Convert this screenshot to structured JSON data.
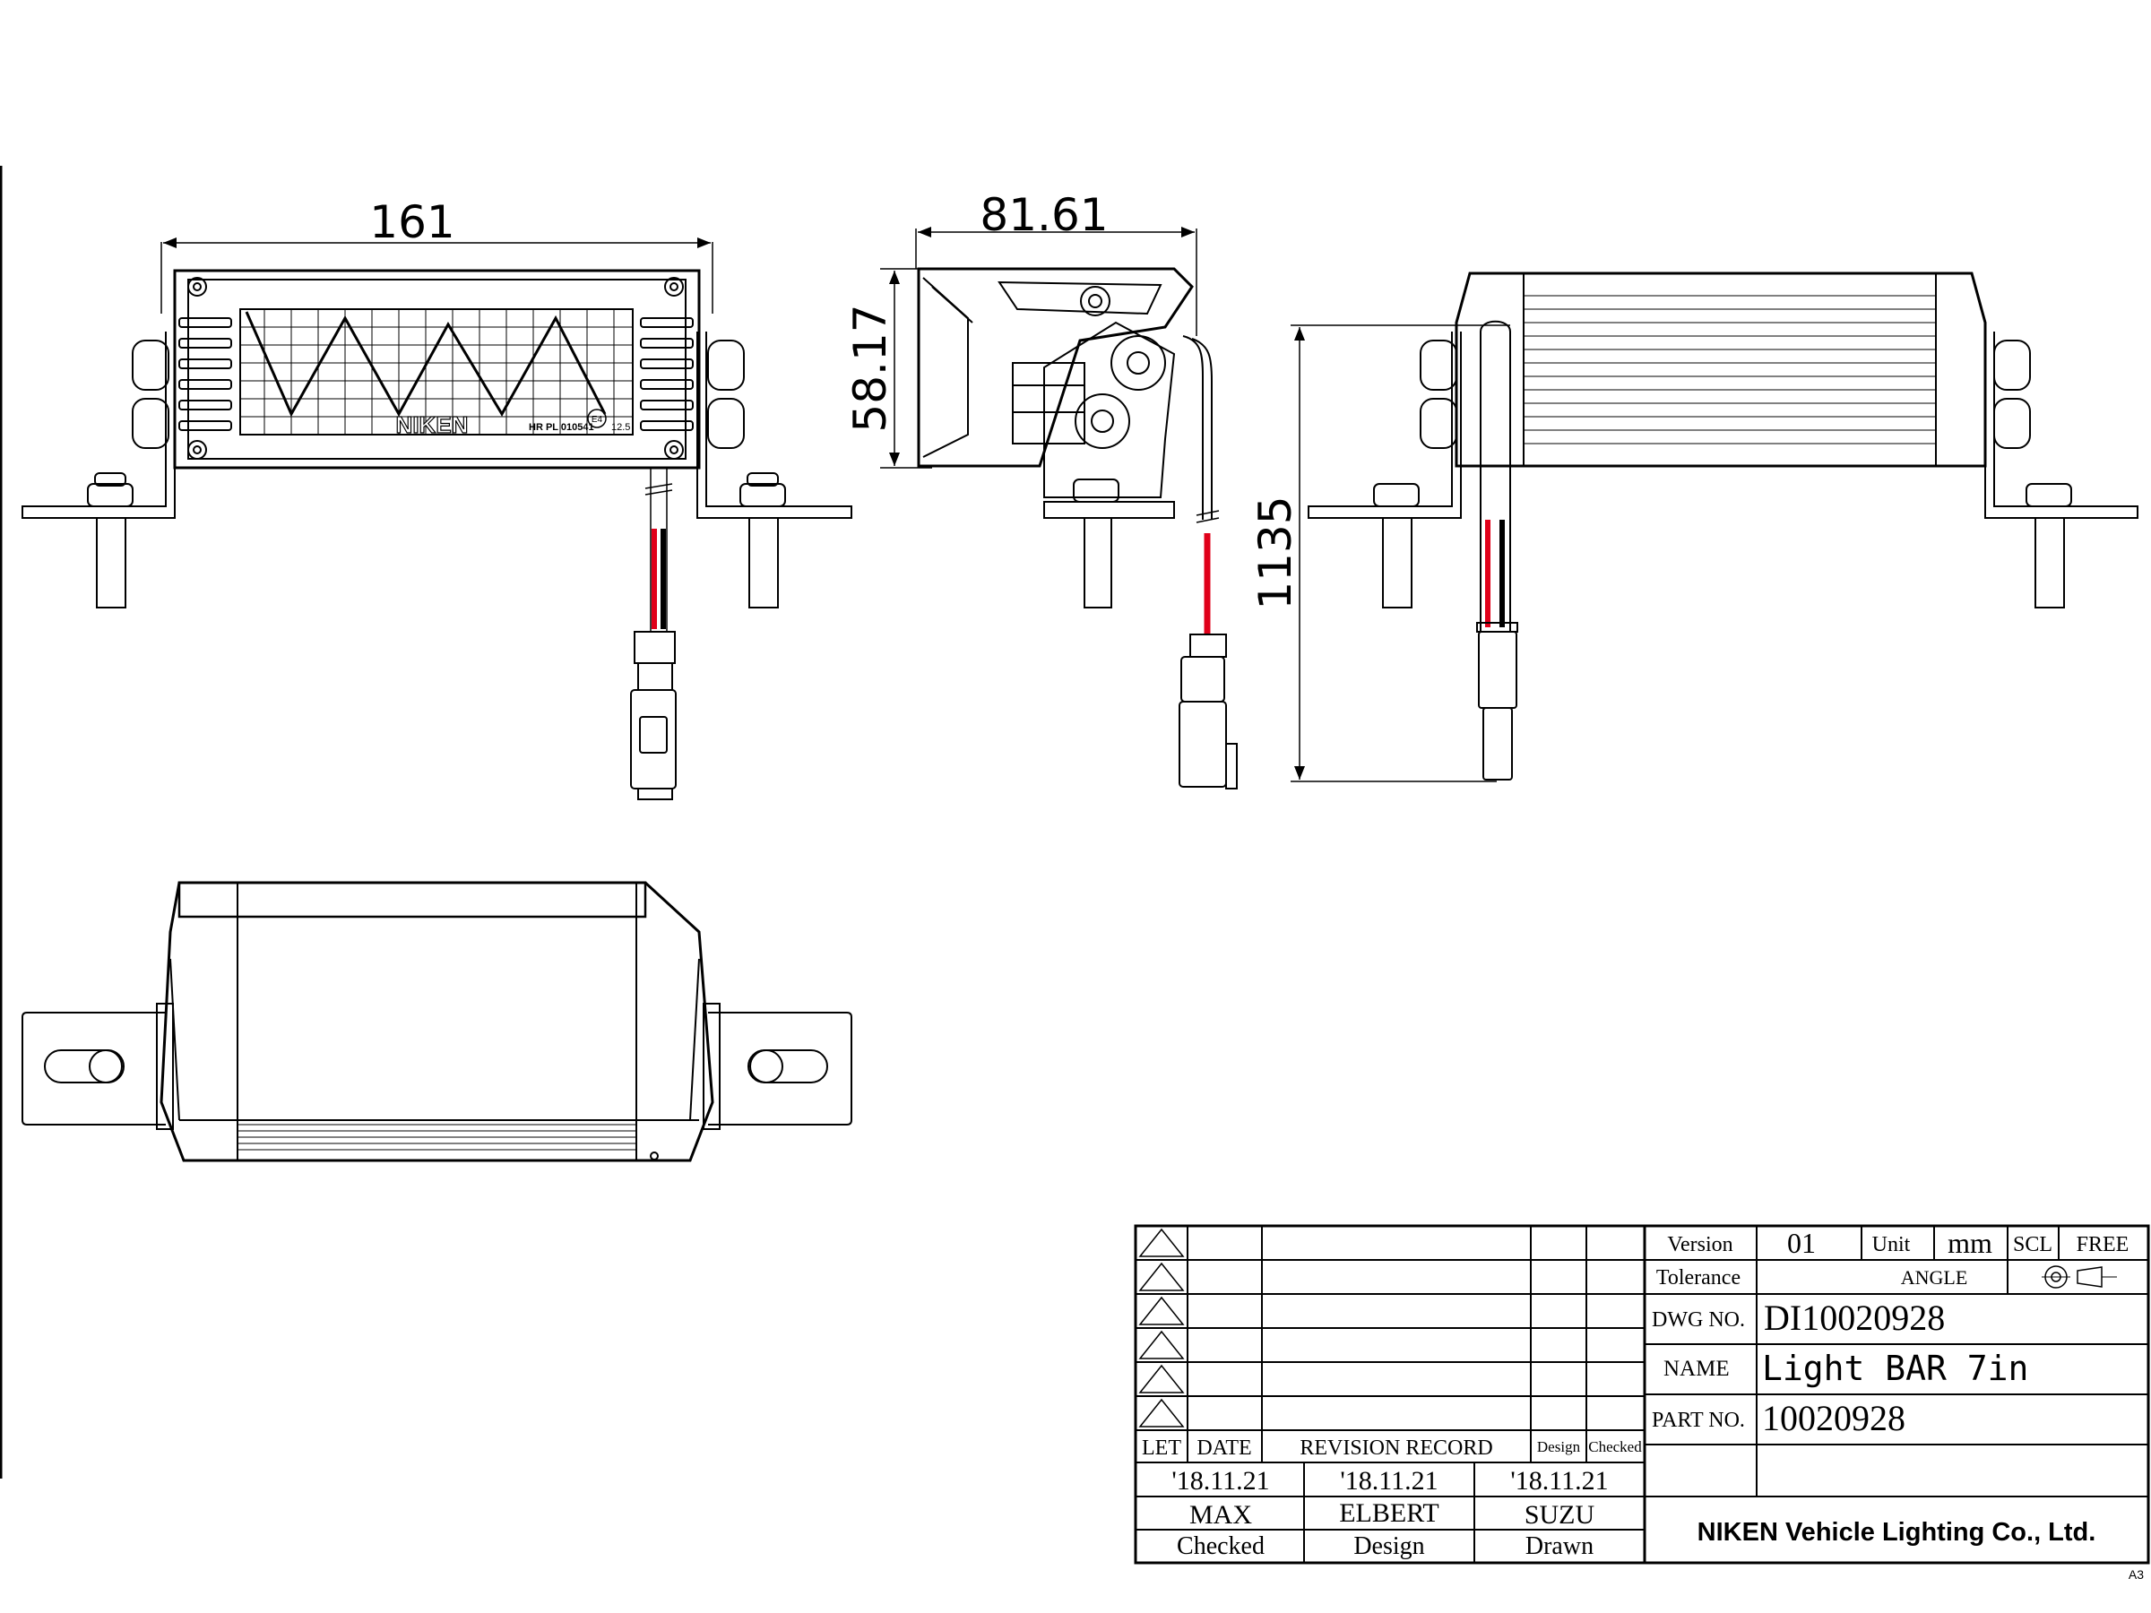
{
  "dimensions": {
    "overall_width": "161",
    "side_depth": "81.61",
    "side_height": "58.17",
    "cable_length": "1135"
  },
  "product_markings": {
    "brand": "NIKEN",
    "approval": "HR PL 010541",
    "emark": "E4",
    "rating": "12.5"
  },
  "revision_table": {
    "headers": {
      "let": "LET",
      "date": "DATE",
      "record": "REVISION RECORD",
      "design": "Design",
      "checked": "Checked"
    },
    "dates": [
      "'18.11.21",
      "'18.11.21",
      "'18.11.21"
    ],
    "names": [
      "MAX",
      "ELBERT",
      "SUZU"
    ],
    "roles": [
      "Checked",
      "Design",
      "Drawn"
    ]
  },
  "title_block": {
    "version_label": "Version",
    "version": "01",
    "unit_label": "Unit",
    "unit": "mm",
    "scale_label": "SCL",
    "scale": "FREE",
    "tolerance_label": "Tolerance",
    "angle_label": "ANGLE",
    "dwg_no_label": "DWG NO.",
    "dwg_no": "DI10020928",
    "name_label": "NAME",
    "name": "Light BAR 7in",
    "part_no_label": "PART NO.",
    "part_no": "10020928",
    "company": "NIKEN Vehicle Lighting Co., Ltd.",
    "sheet_size": "A3"
  }
}
